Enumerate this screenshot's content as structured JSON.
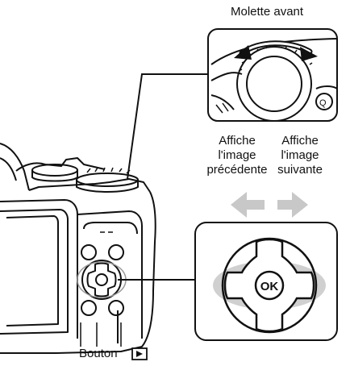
{
  "labels": {
    "front_dial": "Molette avant",
    "prev_line1": "Affiche",
    "prev_line2": "l'image",
    "prev_line3": "précédente",
    "next_line1": "Affiche",
    "next_line2": "l'image",
    "next_line3": "suivante",
    "button": "Bouton",
    "ok_button": "OK"
  },
  "icons": {
    "playback": "playback-icon",
    "arrow_left": "arrow-left-icon",
    "arrow_right": "arrow-right-icon"
  },
  "colors": {
    "line": "#111111",
    "arrow_gray": "#c8c8c8",
    "pad_highlight": "#d0d0d0",
    "camera_fill": "#ffffff"
  }
}
